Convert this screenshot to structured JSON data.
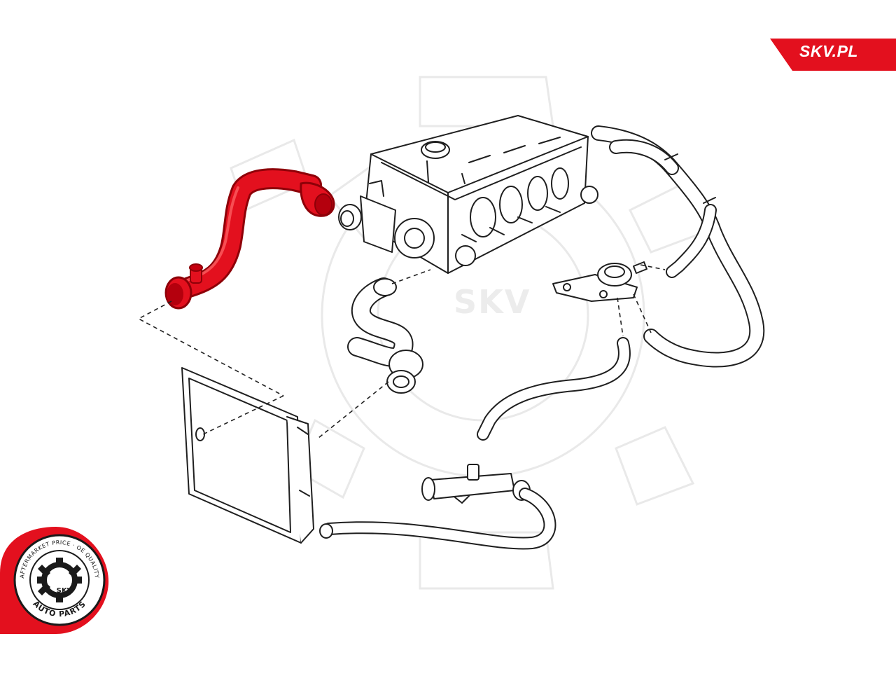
{
  "brand": {
    "logo_text": "SKV.PL",
    "tab_color": "#e3101e"
  },
  "watermark": {
    "text": "SKV"
  },
  "seal": {
    "top_arc_text": "AFTERMARKET PRICE · OE QUALITY",
    "bottom_arc_text": "AUTO PARTS",
    "center_text": "SKV",
    "ring_color": "#e3101e"
  },
  "highlight": {
    "part_color": "#e3101e"
  },
  "colors": {
    "line": "#1f1f1f",
    "background": "#ffffff"
  }
}
